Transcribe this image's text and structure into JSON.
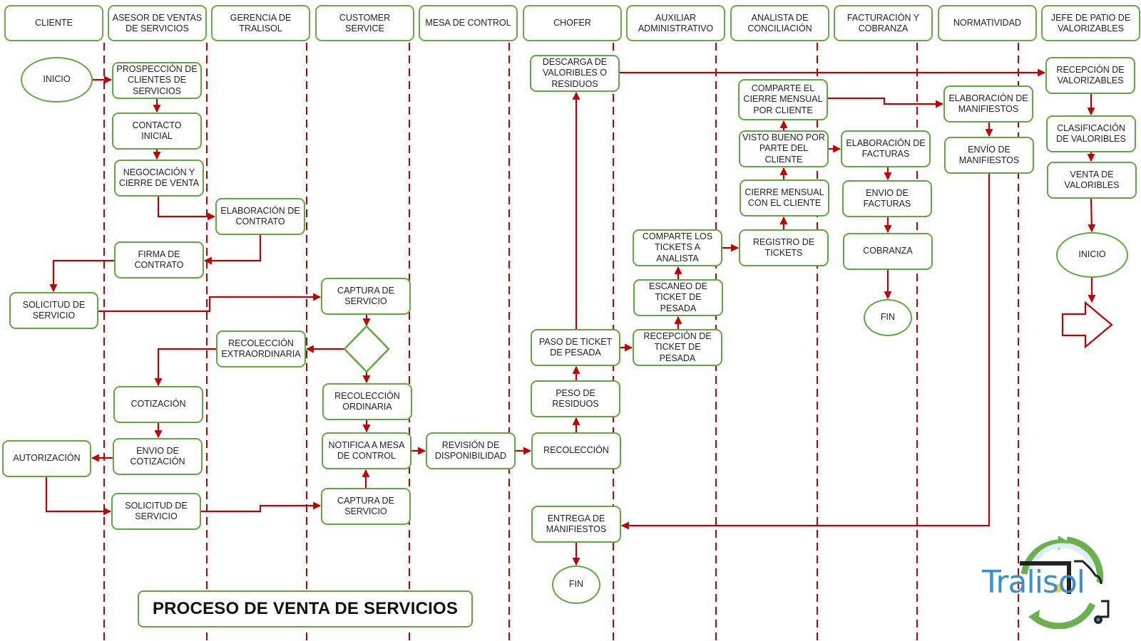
{
  "diagram": {
    "title": "PROCESO DE VENTA DE SERVICIOS",
    "colors": {
      "node_border": "#5eaa3e",
      "connector": "#c00000",
      "lane_divider": "#c00000",
      "logo_blue": "#3a8fcf",
      "logo_green": "#6ab04c"
    },
    "lanes": [
      {
        "label": "CLIENTE"
      },
      {
        "label": "ASESOR DE VENTAS DE SERVICIOS"
      },
      {
        "label": "GERENCIA DE TRALISOL"
      },
      {
        "label": "CUSTOMER SERVICE"
      },
      {
        "label": "MESA DE CONTROL"
      },
      {
        "label": "CHOFER"
      },
      {
        "label": "AUXILIAR ADMINISTRATIVO"
      },
      {
        "label": "ANALISTA DE CONCILIACIÓN"
      },
      {
        "label": "FACTURACIÓN Y COBRANZA"
      },
      {
        "label": "NORMATIVIDAD"
      },
      {
        "label": "JEFE DE PATIO DE VALORIZABLES"
      }
    ],
    "nodes": {
      "inicio_cliente": {
        "label": "INICIO",
        "lane": "CLIENTE",
        "shape": "terminator"
      },
      "solicitud_servicio_cliente": {
        "label": "SOLICITUD DE SERVICIO",
        "lane": "CLIENTE",
        "shape": "process"
      },
      "autorizacion": {
        "label": "AUTORIZACIÓN",
        "lane": "CLIENTE",
        "shape": "process"
      },
      "prospeccion": {
        "label": "PROSPECCIÓN DE CLIENTES DE SERVICIOS",
        "lane": "ASESOR DE VENTAS DE SERVICIOS",
        "shape": "process"
      },
      "contacto_inicial": {
        "label": "CONTACTO INICIAL",
        "lane": "ASESOR DE VENTAS DE SERVICIOS",
        "shape": "process"
      },
      "negociacion": {
        "label": "NEGOCIACIÓN Y CIERRE DE VENTA",
        "lane": "ASESOR DE VENTAS DE SERVICIOS",
        "shape": "process"
      },
      "firma_contrato": {
        "label": "FIRMA DE CONTRATO",
        "lane": "ASESOR DE VENTAS DE SERVICIOS",
        "shape": "process"
      },
      "cotizacion": {
        "label": "COTIZACIÓN",
        "lane": "ASESOR DE VENTAS DE SERVICIOS",
        "shape": "process"
      },
      "envio_cotizacion": {
        "label": "ENVIO DE COTIZACIÓN",
        "lane": "ASESOR DE VENTAS DE SERVICIOS",
        "shape": "process"
      },
      "solicitud_servicio_asesor": {
        "label": "SOLICITUD DE SERVICIO",
        "lane": "ASESOR DE VENTAS DE SERVICIOS",
        "shape": "process"
      },
      "elaboracion_contrato": {
        "label": "ELABORACIÓN DE CONTRATO",
        "lane": "GERENCIA DE TRALISOL",
        "shape": "process"
      },
      "recoleccion_extraordinaria": {
        "label": "RECOLECCIÓN EXTRAORDINARIA",
        "lane": "GERENCIA DE TRALISOL",
        "shape": "process"
      },
      "captura_servicio_1": {
        "label": "CAPTURA DE SERVICIO",
        "lane": "CUSTOMER SERVICE",
        "shape": "process"
      },
      "decision": {
        "label": "",
        "lane": "CUSTOMER SERVICE",
        "shape": "decision"
      },
      "recoleccion_ordinaria": {
        "label": "RECOLECCIÓN ORDINARIA",
        "lane": "CUSTOMER SERVICE",
        "shape": "process"
      },
      "notifica_mesa": {
        "label": "NOTIFICA A MESA DE CONTROL",
        "lane": "CUSTOMER SERVICE",
        "shape": "process"
      },
      "captura_servicio_2": {
        "label": "CAPTURA DE SERVICIO",
        "lane": "CUSTOMER SERVICE",
        "shape": "process"
      },
      "revision_disponibilidad": {
        "label": "REVISIÓN DE DISPONIBILIDAD",
        "lane": "MESA DE CONTROL",
        "shape": "process"
      },
      "descarga_valoribles": {
        "label": "DESCARGA DE VALORIBLES O RESIDUOS",
        "lane": "CHOFER",
        "shape": "process"
      },
      "paso_ticket": {
        "label": "PASO DE TICKET DE PESADA",
        "lane": "CHOFER",
        "shape": "process"
      },
      "peso_residuos": {
        "label": "PESO DE RESIDUOS",
        "lane": "CHOFER",
        "shape": "process"
      },
      "recoleccion": {
        "label": "RECOLECCIÓN",
        "lane": "CHOFER",
        "shape": "process"
      },
      "entrega_manifiestos": {
        "label": "ENTREGA DE MANIFIESTOS",
        "lane": "CHOFER",
        "shape": "process"
      },
      "fin_chofer": {
        "label": "FIN",
        "lane": "CHOFER",
        "shape": "terminator"
      },
      "comparte_tickets": {
        "label": "COMPARTE LOS TICKETS A ANALISTA",
        "lane": "AUXILIAR ADMINISTRATIVO",
        "shape": "process"
      },
      "escaneo_ticket": {
        "label": "ESCANEO DE TICKET DE PESADA",
        "lane": "AUXILIAR ADMINISTRATIVO",
        "shape": "process"
      },
      "recepcion_ticket": {
        "label": "RECEPCIÓN DE TICKET DE PESADA",
        "lane": "AUXILIAR ADMINISTRATIVO",
        "shape": "process"
      },
      "comparte_cierre": {
        "label": "COMPARTE EL CIERRE MENSUAL POR CLIENTE",
        "lane": "ANALISTA DE CONCILIACIÓN",
        "shape": "process"
      },
      "visto_bueno": {
        "label": "VISTO BUENO POR PARTE DEL CLIENTE",
        "lane": "ANALISTA DE CONCILIACIÓN",
        "shape": "process"
      },
      "cierre_mensual": {
        "label": "CIERRE MENSUAL CON EL CLIENTE",
        "lane": "ANALISTA DE CONCILIACIÓN",
        "shape": "process"
      },
      "registro_tickets": {
        "label": "REGISTRO DE TICKETS",
        "lane": "ANALISTA DE CONCILIACIÓN",
        "shape": "process"
      },
      "elaboracion_facturas": {
        "label": "ELABORACIÓN DE FACTURAS",
        "lane": "FACTURACIÓN Y COBRANZA",
        "shape": "process"
      },
      "envio_facturas": {
        "label": "ENVIO DE FACTURAS",
        "lane": "FACTURACIÓN Y COBRANZA",
        "shape": "process"
      },
      "cobranza": {
        "label": "COBRANZA",
        "lane": "FACTURACIÓN Y COBRANZA",
        "shape": "process"
      },
      "fin_facturacion": {
        "label": "FIN",
        "lane": "FACTURACIÓN Y COBRANZA",
        "shape": "terminator"
      },
      "elaboracion_manifiestos": {
        "label": "ELABORACIÓN DE MANIFIESTOS",
        "lane": "NORMATIVIDAD",
        "shape": "process"
      },
      "envio_manifiestos": {
        "label": "ENVÍO DE MANIFIESTOS",
        "lane": "NORMATIVIDAD",
        "shape": "process"
      },
      "recepcion_valorizables": {
        "label": "RECEPCIÓN DE VALORIZABLES",
        "lane": "JEFE DE PATIO DE VALORIZABLES",
        "shape": "process"
      },
      "clasificacion_valoribles": {
        "label": "CLASIFICACIÓN DE VALORIBLES",
        "lane": "JEFE DE PATIO DE VALORIZABLES",
        "shape": "process"
      },
      "venta_valoribles": {
        "label": "VENTA DE VALORIBLES",
        "lane": "JEFE DE PATIO DE VALORIZABLES",
        "shape": "process"
      },
      "inicio_patio": {
        "label": "INICIO",
        "lane": "JEFE DE PATIO DE VALORIZABLES",
        "shape": "terminator"
      },
      "off_page": {
        "label": "",
        "lane": "JEFE DE PATIO DE VALORIZABLES",
        "shape": "off-page-arrow"
      }
    },
    "edges": [
      [
        "inicio_cliente",
        "prospeccion"
      ],
      [
        "prospeccion",
        "contacto_inicial"
      ],
      [
        "contacto_inicial",
        "negociacion"
      ],
      [
        "negociacion",
        "elaboracion_contrato"
      ],
      [
        "elaboracion_contrato",
        "firma_contrato"
      ],
      [
        "firma_contrato",
        "solicitud_servicio_cliente"
      ],
      [
        "solicitud_servicio_cliente",
        "captura_servicio_1"
      ],
      [
        "captura_servicio_1",
        "decision"
      ],
      [
        "decision",
        "recoleccion_extraordinaria"
      ],
      [
        "decision",
        "recoleccion_ordinaria"
      ],
      [
        "recoleccion_extraordinaria",
        "cotizacion"
      ],
      [
        "cotizacion",
        "envio_cotizacion"
      ],
      [
        "envio_cotizacion",
        "autorizacion"
      ],
      [
        "autorizacion",
        "solicitud_servicio_asesor"
      ],
      [
        "solicitud_servicio_asesor",
        "captura_servicio_2"
      ],
      [
        "captura_servicio_2",
        "notifica_mesa"
      ],
      [
        "recoleccion_ordinaria",
        "notifica_mesa"
      ],
      [
        "notifica_mesa",
        "revision_disponibilidad"
      ],
      [
        "revision_disponibilidad",
        "recoleccion"
      ],
      [
        "recoleccion",
        "peso_residuos"
      ],
      [
        "peso_residuos",
        "paso_ticket"
      ],
      [
        "paso_ticket",
        "descarga_valoribles"
      ],
      [
        "paso_ticket",
        "recepcion_ticket"
      ],
      [
        "descarga_valoribles",
        "recepcion_valorizables"
      ],
      [
        "recepcion_ticket",
        "escaneo_ticket"
      ],
      [
        "escaneo_ticket",
        "comparte_tickets"
      ],
      [
        "comparte_tickets",
        "registro_tickets"
      ],
      [
        "registro_tickets",
        "cierre_mensual"
      ],
      [
        "cierre_mensual",
        "visto_bueno"
      ],
      [
        "visto_bueno",
        "comparte_cierre"
      ],
      [
        "visto_bueno",
        "elaboracion_facturas"
      ],
      [
        "comparte_cierre",
        "elaboracion_manifiestos"
      ],
      [
        "elaboracion_facturas",
        "envio_facturas"
      ],
      [
        "envio_facturas",
        "cobranza"
      ],
      [
        "cobranza",
        "fin_facturacion"
      ],
      [
        "elaboracion_manifiestos",
        "envio_manifiestos"
      ],
      [
        "envio_manifiestos",
        "entrega_manifiestos"
      ],
      [
        "entrega_manifiestos",
        "fin_chofer"
      ],
      [
        "recepcion_valorizables",
        "clasificacion_valoribles"
      ],
      [
        "clasificacion_valoribles",
        "venta_valoribles"
      ],
      [
        "venta_valoribles",
        "inicio_patio"
      ],
      [
        "inicio_patio",
        "off_page"
      ]
    ]
  },
  "logo": {
    "text": "Tralisol",
    "icon": "recycle-truck-icon"
  }
}
